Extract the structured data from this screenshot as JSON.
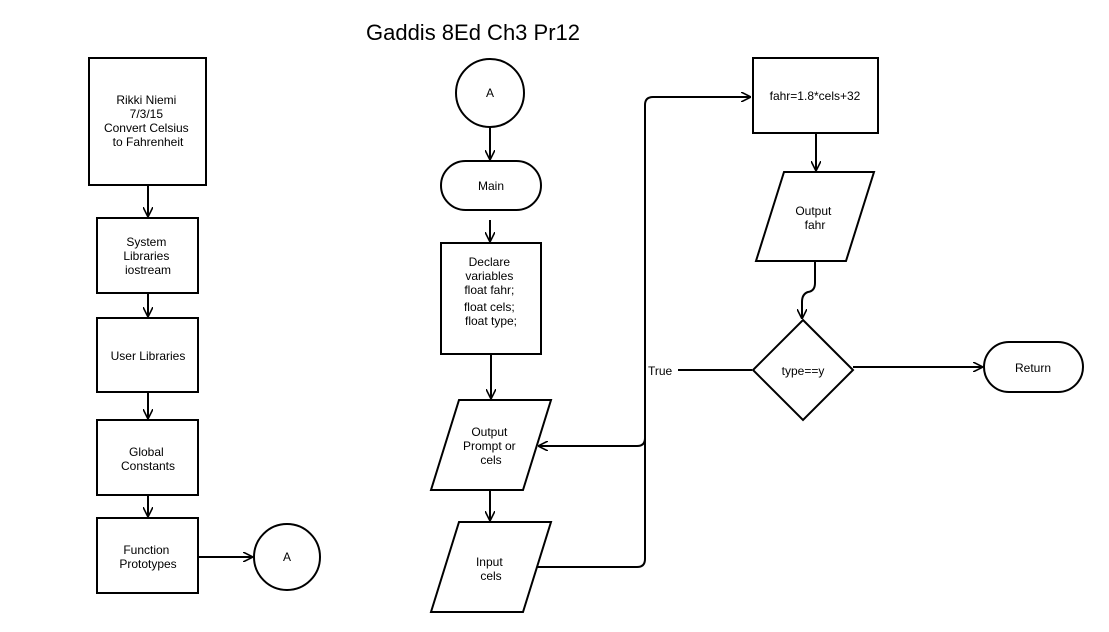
{
  "title": "Gaddis 8Ed Ch3 Pr12",
  "nodes": {
    "header": [
      "Rikki Niemi",
      "7/3/15",
      "Convert Celsius",
      "to Fahrenheit"
    ],
    "system_libraries": [
      "System",
      "Libraries",
      "iostream"
    ],
    "user_libraries": [
      "User Libraries"
    ],
    "global_constants": [
      "Global",
      "Constants"
    ],
    "function_prototypes": [
      "Function",
      "Prototypes"
    ],
    "connector_a_left": [
      "A"
    ],
    "connector_a_top": [
      "A"
    ],
    "main": [
      "Main"
    ],
    "declare_variables": [
      "Declare",
      "variables",
      "float fahr;",
      "float cels;",
      "float type;"
    ],
    "output_prompt": [
      "Output",
      "Prompt or",
      "cels"
    ],
    "input_cels": [
      "Input",
      "cels"
    ],
    "fahr_calc": [
      "fahr=1.8*cels+32"
    ],
    "output_fahr": [
      "Output",
      "fahr"
    ],
    "decision": [
      "type==y"
    ],
    "return": [
      "Return"
    ]
  },
  "edge_labels": {
    "true_label": "True"
  }
}
